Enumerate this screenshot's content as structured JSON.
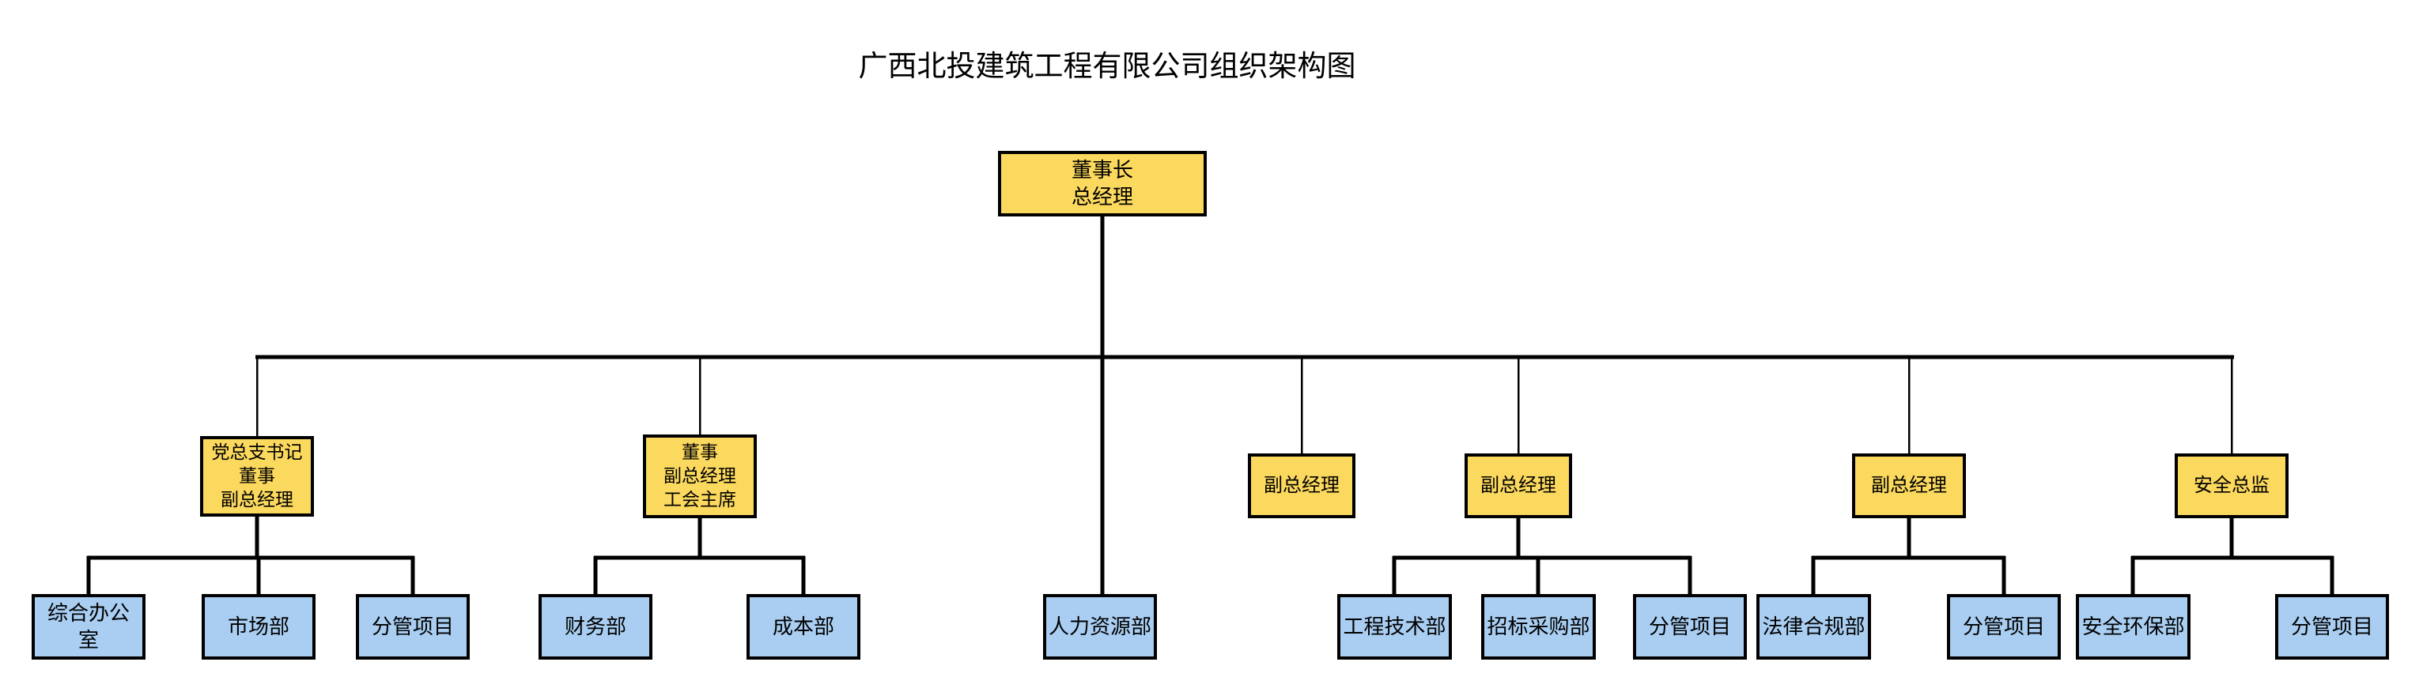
{
  "title": "广西北投建筑工程有限公司组织架构图",
  "diagram_type": "org-chart",
  "colors": {
    "executive_fill": "#FBD85E",
    "department_fill": "#A9CEF2",
    "border": "#000000",
    "connector": "#000000",
    "text": "#000000",
    "background": "#FFFFFF"
  },
  "nodes": {
    "root": {
      "label": "董事长\n总经理"
    },
    "executives": [
      {
        "label": "党总支书记\n董事\n副总经理"
      },
      {
        "label": "董事\n副总经理\n工会主席"
      },
      {
        "label": "副总经理"
      },
      {
        "label": "副总经理"
      },
      {
        "label": "副总经理"
      },
      {
        "label": "安全总监"
      }
    ],
    "departments": [
      {
        "label": "综合办公\n室"
      },
      {
        "label": "市场部"
      },
      {
        "label": "分管项目"
      },
      {
        "label": "财务部"
      },
      {
        "label": "成本部"
      },
      {
        "label": "人力资源部"
      },
      {
        "label": "工程技术部"
      },
      {
        "label": "招标采购部"
      },
      {
        "label": "分管项目"
      },
      {
        "label": "法律合规部"
      },
      {
        "label": "分管项目"
      },
      {
        "label": "安全环保部"
      },
      {
        "label": "分管项目"
      }
    ]
  },
  "hierarchy": {
    "root_children_executives": [
      0,
      1,
      2,
      3,
      4,
      5
    ],
    "root_direct_department": "人力资源部",
    "executive_0_departments": [
      "综合办公室",
      "市场部",
      "分管项目"
    ],
    "executive_1_departments": [
      "财务部",
      "成本部"
    ],
    "executive_2_departments": [],
    "executive_3_departments": [
      "工程技术部",
      "招标采购部",
      "分管项目"
    ],
    "executive_4_departments": [
      "法律合规部",
      "分管项目"
    ],
    "executive_5_departments": [
      "安全环保部",
      "分管项目"
    ]
  }
}
